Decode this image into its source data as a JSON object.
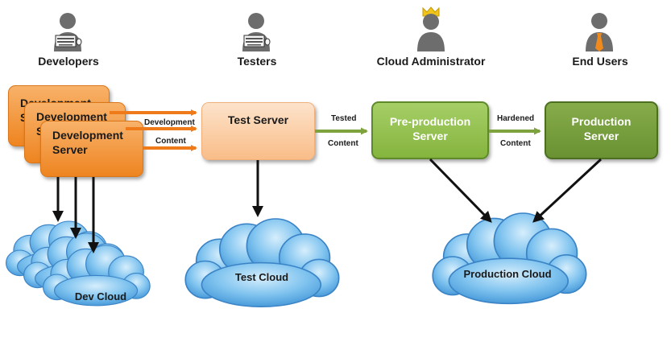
{
  "roles": {
    "developers": "Developers",
    "testers": "Testers",
    "cloud_admin": "Cloud Administrator",
    "end_users": "End Users"
  },
  "icons": {
    "developer": "developer-person-with-keyboard-icon",
    "tester": "tester-person-with-keyboard-icon",
    "admin": "administrator-person-with-crown-icon",
    "end_user": "end-user-person-with-tie-icon"
  },
  "servers": {
    "dev_back_1": "Development Server",
    "dev_back_2": "Development Server",
    "dev_front_line1": "Development",
    "dev_front_line2": "Server",
    "test": "Test Server",
    "preprod_line1": "Pre-production",
    "preprod_line2": "Server",
    "prod_line1": "Production",
    "prod_line2": "Server"
  },
  "arrows": {
    "development": "Development",
    "content": "Content",
    "tested": "Tested",
    "tested_content": "Content",
    "hardened": "Hardened",
    "hardened_content": "Content"
  },
  "clouds": {
    "dev": "Dev Cloud",
    "test": "Test Cloud",
    "production": "Production Cloud"
  },
  "colors": {
    "dev_orange": "#ee8420",
    "test_peach": "#f9bd88",
    "preprod_green": "#85b43e",
    "prod_green": "#6a9132",
    "cloud_blue": "#7fc3ef",
    "arrow_orange": "#ee7a1a",
    "arrow_green": "#7ea33e"
  }
}
